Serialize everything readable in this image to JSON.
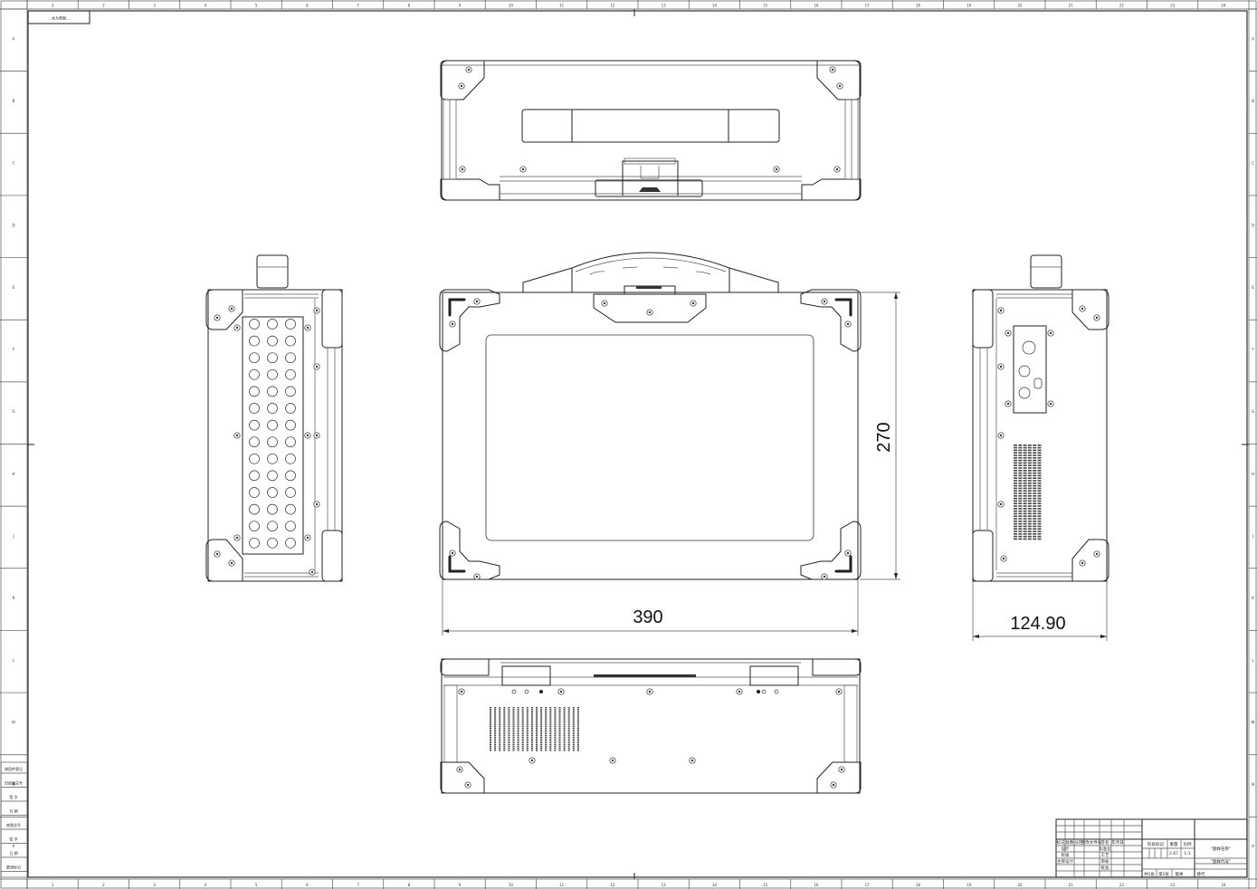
{
  "drawing": {
    "type": "orthographic engineering drawing",
    "subject": "rugged portable case / laptop enclosure",
    "views": [
      "top-view",
      "front-view",
      "left-side-view",
      "right-side-view",
      "bottom-view"
    ]
  },
  "frame": {
    "top_label": "...本为草图...",
    "column_markers": [
      "1",
      "2",
      "3",
      "4",
      "5",
      "6",
      "7",
      "8",
      "9",
      "10",
      "11",
      "12",
      "13",
      "14",
      "15",
      "16",
      "17",
      "18",
      "19",
      "20",
      "21",
      "22",
      "23",
      "24"
    ],
    "row_markers": [
      "A",
      "B",
      "C",
      "D",
      "E",
      "F",
      "G",
      "H",
      "J",
      "K",
      "L",
      "M",
      "N",
      "P"
    ],
    "left_stamp_rows": [
      "借用件登记",
      "旧底图总号",
      "签  字",
      "日  期",
      "底图总号",
      "签  字",
      "日  期",
      "更改标记"
    ]
  },
  "dimensions": {
    "width": "390",
    "height": "270",
    "depth": "124.90"
  },
  "title_block": {
    "header_cells": [
      "标记",
      "处数",
      "分区",
      "更改文件号",
      "签名",
      "年月日"
    ],
    "left_rows": [
      "设计",
      "校核",
      "主管设计"
    ],
    "mid_rows": [
      "标准化",
      "工艺",
      "审核",
      "批准"
    ],
    "stage_label": "阶段标记",
    "weight_label": "重量",
    "scale_label": "比例",
    "weight_value": "2.67",
    "scale_value": "1:1",
    "drawing_name": "\"图样名称\"",
    "drawing_code": "\"图样代号\"",
    "sheet_total": "共1张",
    "sheet_current": "第1张",
    "version_label": "版本",
    "replace_label": "替代"
  }
}
